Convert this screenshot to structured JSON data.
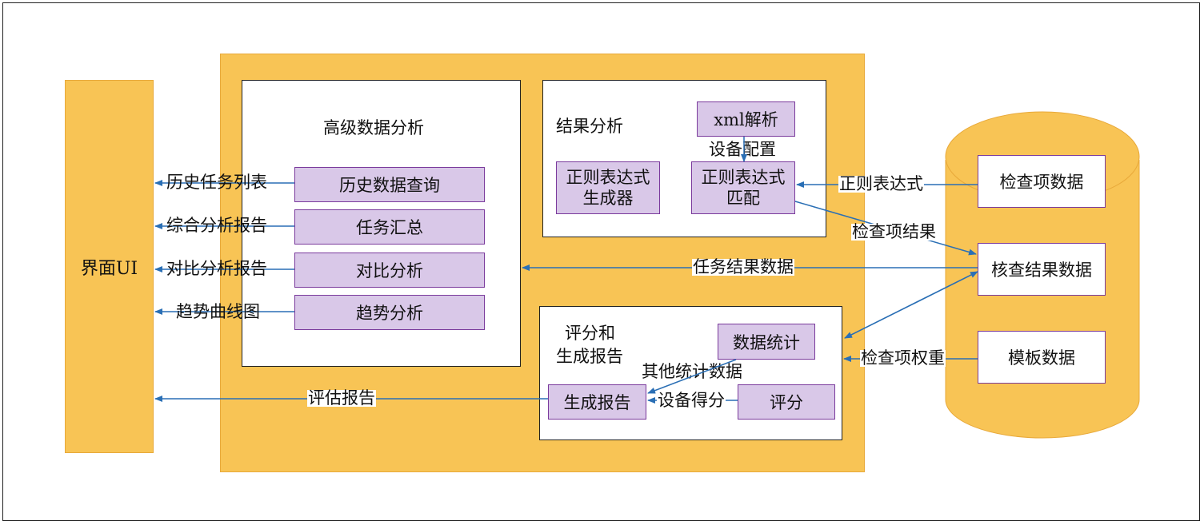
{
  "ui_block": "界面UI",
  "advanced": {
    "title": "高级数据分析",
    "modules": [
      "历史数据查询",
      "任务汇总",
      "对比分析",
      "趋势分析"
    ],
    "outputs": [
      "历史任务列表",
      "综合分析报告",
      "对比分析报告",
      "趋势曲线图"
    ]
  },
  "result_analysis": {
    "title": "结果分析",
    "xml": "xml解析",
    "device_config": "设备配置",
    "regex_gen_line1": "正则表达式",
    "regex_gen_line2": "生成器",
    "regex_match_line1": "正则表达式",
    "regex_match_line2": "匹配"
  },
  "scoring": {
    "title_line1": "评分和",
    "title_line2": "生成报告",
    "stats": "数据统计",
    "other_stats": "其他统计数据",
    "report": "生成报告",
    "device_score": "设备得分",
    "score": "评分"
  },
  "database": {
    "check_items": "检查项数据",
    "check_results": "核查结果数据",
    "template": "模板数据"
  },
  "flows": {
    "regex": "正则表达式",
    "check_item_result": "检查项结果",
    "task_result_data": "任务结果数据",
    "check_item_weight": "检查项权重",
    "eval_report": "评估报告"
  }
}
